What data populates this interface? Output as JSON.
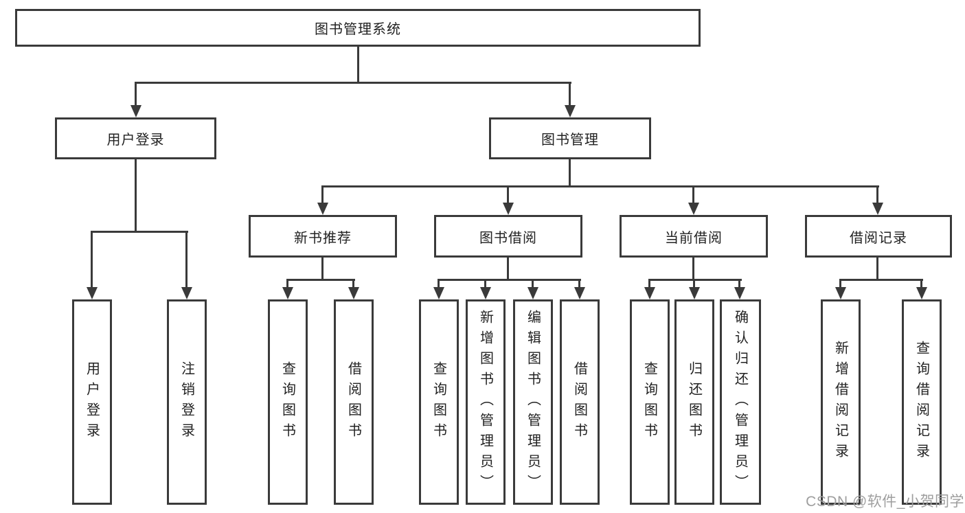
{
  "colors": {
    "line": "#3a3a3a",
    "text": "#222222",
    "watermark": "#9e9e9e",
    "background": "#ffffff"
  },
  "watermark": {
    "text": "CSDN @软件_小贺同学"
  },
  "diagram": {
    "root": {
      "label": "图书管理系统"
    },
    "level2": [
      {
        "label": "用户登录"
      },
      {
        "label": "图书管理"
      }
    ],
    "level3": [
      {
        "label": "新书推荐"
      },
      {
        "label": "图书借阅"
      },
      {
        "label": "当前借阅"
      },
      {
        "label": "借阅记录"
      }
    ],
    "leaves": {
      "login": [
        {
          "label": "用户登录"
        },
        {
          "label": "注销登录"
        }
      ],
      "recommend": [
        {
          "label": "查询图书"
        },
        {
          "label": "借阅图书"
        }
      ],
      "borrow": [
        {
          "label": "查询图书"
        },
        {
          "label": "新增图书（管理员）"
        },
        {
          "label": "编辑图书（管理员）"
        },
        {
          "label": "借阅图书"
        }
      ],
      "current": [
        {
          "label": "查询图书"
        },
        {
          "label": "归还图书"
        },
        {
          "label": "确认归还（管理员）"
        }
      ],
      "records": [
        {
          "label": "新增借阅记录"
        },
        {
          "label": "查询借阅记录"
        }
      ]
    }
  }
}
